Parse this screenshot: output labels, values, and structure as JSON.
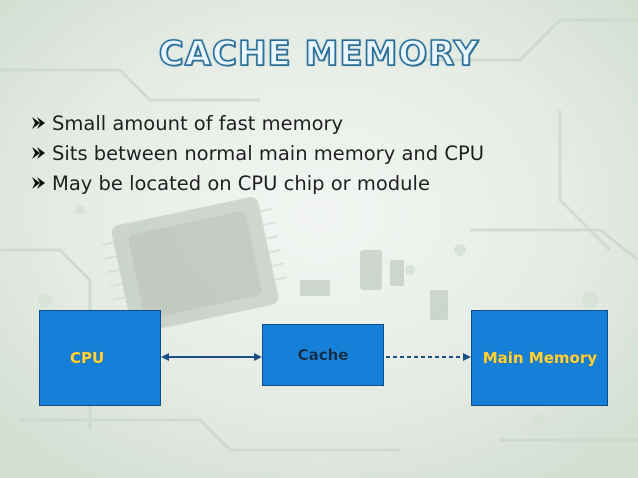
{
  "slide": {
    "title": "CACHE MEMORY",
    "bullets": [
      "Small amount of fast memory",
      "Sits between normal main memory and CPU",
      "May be located on CPU chip or module"
    ],
    "bullet_icon": "right-arrow-bullet-icon",
    "diagram": {
      "cpu_label": "CPU",
      "cache_label": "Cache",
      "main_memory_label": "Main Memory"
    },
    "colors": {
      "box_fill": "#1680d9",
      "box_label": "#ffd23f",
      "title_outline": "#2d6f96"
    }
  }
}
